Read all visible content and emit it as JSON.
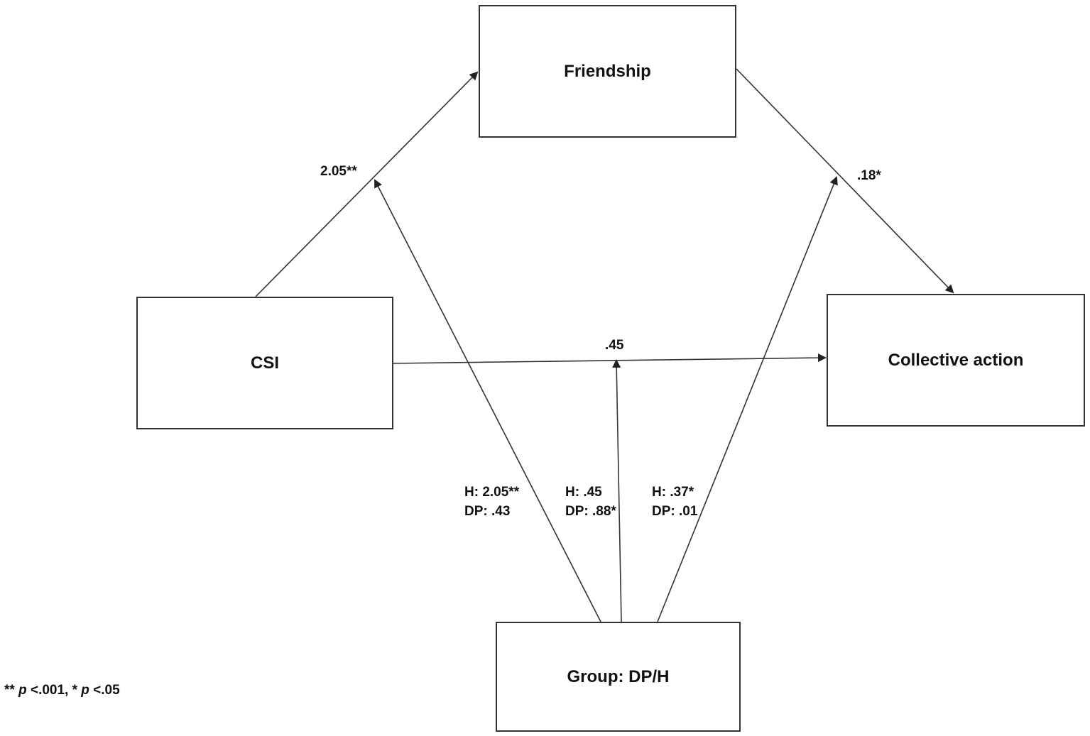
{
  "nodes": {
    "friendship": "Friendship",
    "csi": "CSI",
    "collective_action": "Collective action",
    "group": "Group: DP/H"
  },
  "paths": {
    "csi_to_friendship": "2.05**",
    "friendship_to_collective_action": ".18*",
    "csi_to_collective_action": ".45"
  },
  "moderation": {
    "left": {
      "line1": "H: 2.05**",
      "line2": "DP: .43"
    },
    "middle": {
      "line1": "H: .45",
      "line2": "DP: .88*"
    },
    "right": {
      "line1": "H: .37*",
      "line2": "DP: .01"
    }
  },
  "footnote": {
    "stars2": "**",
    "p1": "p",
    "rest1": "<.001, *",
    "p2": "p",
    "rest2": "<.05"
  },
  "colors": {
    "line": "#333333",
    "text": "#111111"
  }
}
